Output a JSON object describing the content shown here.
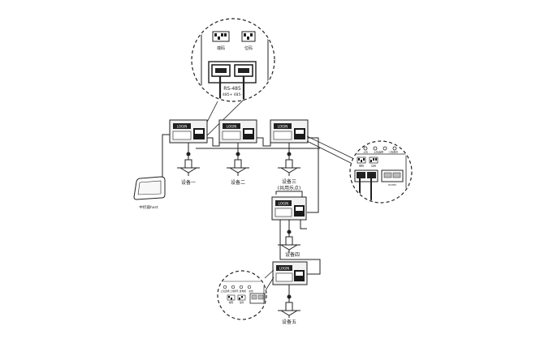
{
  "labels": {
    "device_1": "设备一",
    "device_2": "设备二",
    "device_3": "设备三",
    "device_3_note": "(共用乐点)",
    "device_4": "设备四",
    "device_5": "设备五",
    "central_host": "中控器host",
    "bubble_top_dip_left": "端码",
    "bubble_top_dip_right": "位码",
    "bubble_top_rs485": "RS-485",
    "bubble_top_rs485_sub": "485+ 485-",
    "bubble_bottom_1": "上拉选择",
    "bubble_bottom_2": "二线通讯",
    "bubble_bottom_3": "发电机",
    "bubble_bottom_4": "总线",
    "bubble_bottom_dip_1": "端码",
    "bubble_bottom_dip_2": "位码",
    "bubble_right_1": "上拉",
    "bubble_right_2": "上拉选择",
    "bubble_right_3": "二线通讯",
    "bubble_right_dip_1": "端码",
    "bubble_right_dip_2": "位码",
    "bubble_right_port": "RS485",
    "panel_brand": "LOGIN"
  },
  "colors": {
    "line": "#222222",
    "panel_fill": "#f2f2f2",
    "dark": "#1a1a1a"
  }
}
